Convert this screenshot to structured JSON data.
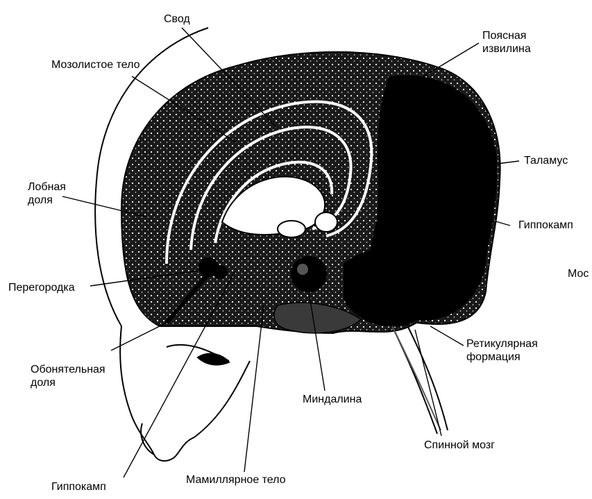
{
  "diagram": {
    "labels": {
      "svod": "Свод",
      "mozolistoe_telo": "Мозолистое тело",
      "poyasnaya_line1": "Поясная",
      "poyasnaya_line2": "извилина",
      "talamus": "Таламус",
      "lobnaya_line1": "Лобная",
      "lobnaya_line2": "доля",
      "gippokamp_right": "Гиппокамп",
      "mos_cut": "Мос",
      "peregorodka": "Перегородка",
      "retikulyarnaya_line1": "Ретикулярная",
      "retikulyarnaya_line2": "формация",
      "obonyatelnaya_line1": "Обонятельная",
      "obonyatelnaya_line2": "доля",
      "mindalina": "Миндалина",
      "spinnoy_mozg": "Спинной мозг",
      "gippokamp_bottom": "Гиппокамп",
      "mamillyarnoe_telo": "Мамиллярное тело"
    },
    "colors": {
      "ink": "#000000",
      "paper": "#ffffff",
      "tone": "#2b2b2b"
    }
  }
}
